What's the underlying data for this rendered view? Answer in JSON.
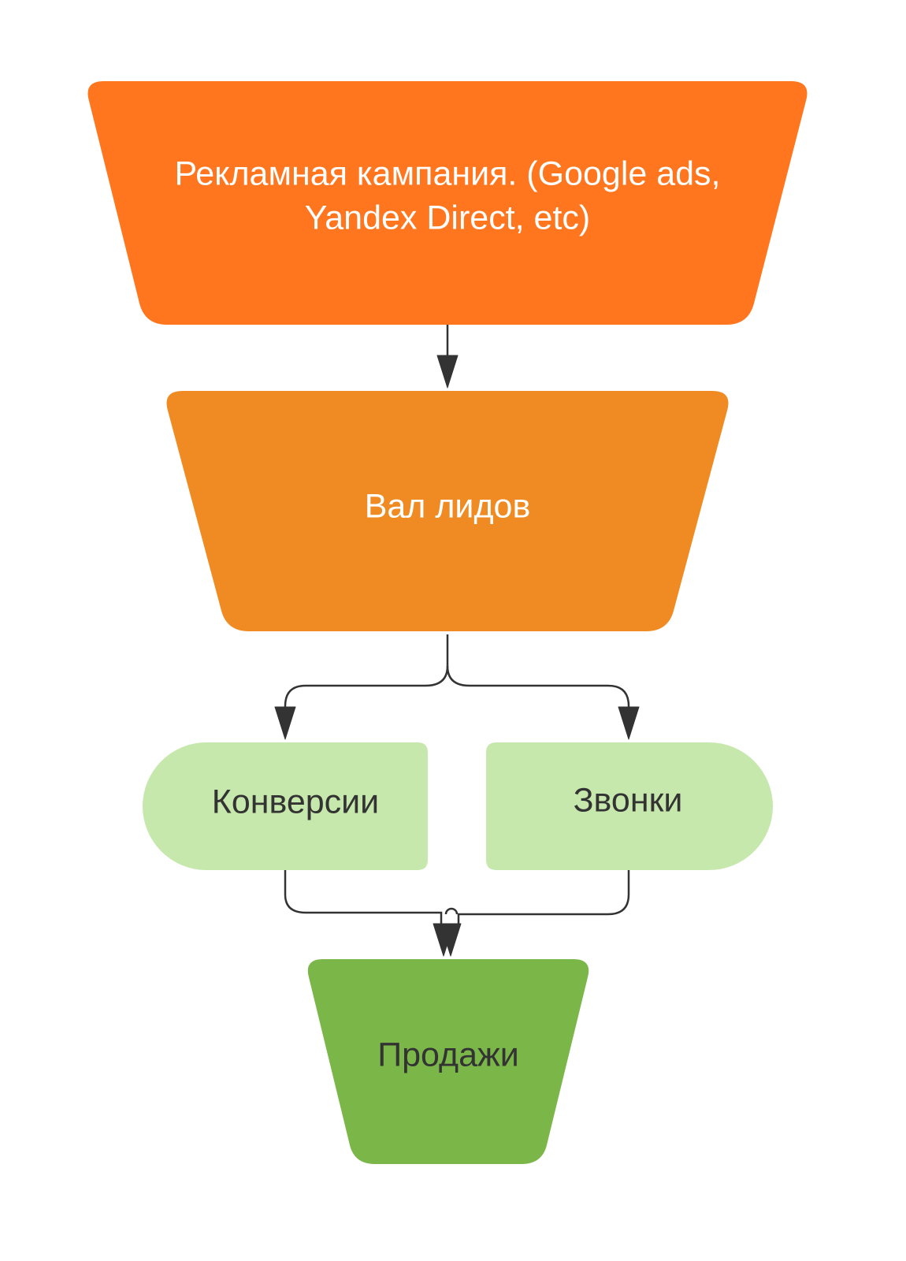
{
  "nodes": {
    "ad_campaign": {
      "label_line1": "Рекламная кампания. (Google ads,",
      "label_line2": "Yandex Direct, etc)",
      "fill": "#FF761F",
      "text_color": "#FFFFFF"
    },
    "leads": {
      "label": "Вал лидов",
      "fill": "#EF8B22",
      "text_color": "#FFFFFF"
    },
    "conversions": {
      "label": "Конверсии",
      "fill": "#C7E8AC",
      "text_color": "#333333"
    },
    "calls": {
      "label": "Звонки",
      "fill": "#C7E8AC",
      "text_color": "#333333"
    },
    "sales": {
      "label": "Продажи",
      "fill": "#7AB648",
      "text_color": "#333333"
    }
  },
  "connector_color": "#333333"
}
